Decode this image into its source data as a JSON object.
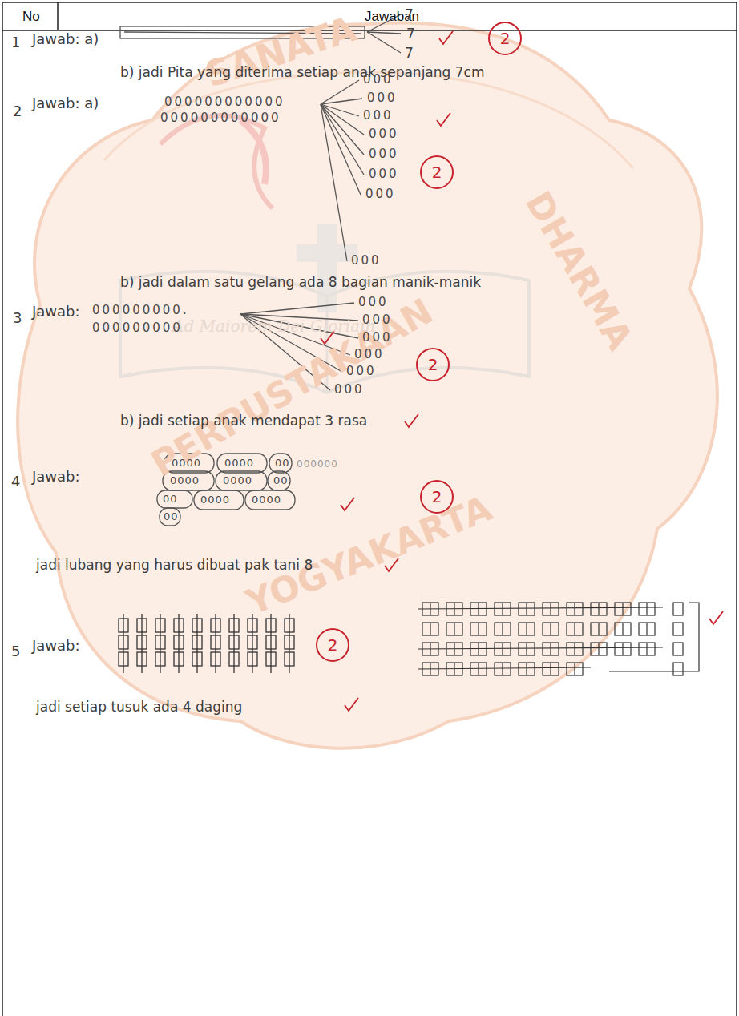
{
  "diagram": {
    "nodes": [
      {
        "text": [
          "2"
        ]
      },
      {
        "text": [
          "2"
        ]
      },
      {
        "text": [
          "2"
        ]
      },
      {
        "text": [
          "2"
        ]
      },
      {
        "text": [
          "2"
        ]
      }
    ],
    "labels": [
      "No",
      "Jawaban",
      "1",
      "Jawab: a)",
      "7",
      "7",
      "7",
      "b) jadi Pita yang diterima setiap anak sepanjang 7cm",
      "2",
      "Jawab: a)",
      "000000000000",
      "000000000000",
      "000",
      "000",
      "000",
      "000",
      "000",
      "000",
      "000",
      "000",
      "b) jadi dalam satu gelang ada 8 bagian manik-manik",
      "3",
      "Jawab:",
      "000000000.",
      "000000000",
      "000",
      "000",
      "000",
      "000",
      "000",
      "000",
      "b) jadi setiap anak mendapat 3 rasa",
      "4",
      "Jawab:",
      "0000",
      "0000",
      "00",
      "000000",
      "0000",
      "0000",
      "00",
      "00",
      "0000",
      "0000",
      "00",
      "jadi lubang yang harus dibuat pak tani 8",
      "5",
      "Jawab:",
      "jadi setiap tusuk ada 4 daging",
      "SANATA",
      "DHARMA",
      "PERPUSTAKAAN",
      "YOGYAKARTA",
      "Ad Maiorem Dei Gloriam"
    ]
  }
}
